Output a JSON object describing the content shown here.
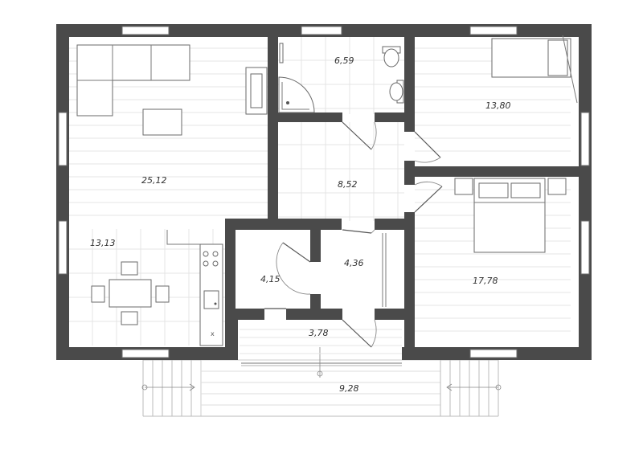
{
  "rooms": [
    {
      "id": "living",
      "area": "25,12"
    },
    {
      "id": "bathroom",
      "area": "6,59"
    },
    {
      "id": "bedroom-top",
      "area": "13,80"
    },
    {
      "id": "hall",
      "area": "8,52"
    },
    {
      "id": "kitchen",
      "area": "13,13"
    },
    {
      "id": "storage-left",
      "area": "4,15"
    },
    {
      "id": "storage-right",
      "area": "4,36"
    },
    {
      "id": "bedroom-bottom",
      "area": "17,78"
    },
    {
      "id": "vestibule",
      "area": "3,78"
    },
    {
      "id": "terrace",
      "area": "9,28"
    }
  ],
  "kitchen_mark": "x",
  "colors": {
    "wall": "#4a4a4a",
    "floor_line": "#e4e4e4",
    "furniture": "#6a6a6a"
  }
}
